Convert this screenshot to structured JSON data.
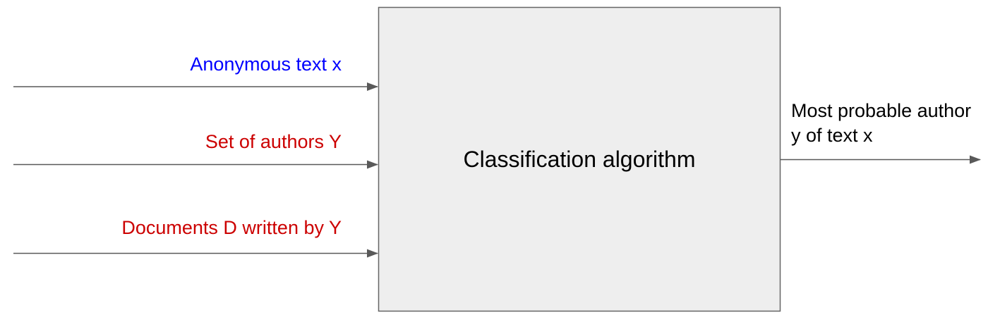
{
  "inputs": [
    {
      "label": "Anonymous text x",
      "color": "#0000ff"
    },
    {
      "label": "Set of authors Y",
      "color": "#cc0000"
    },
    {
      "label": "Documents D written by Y",
      "color": "#cc0000"
    }
  ],
  "process": {
    "label": "Classification algorithm",
    "fill": "#eeeeee",
    "stroke": "#666666"
  },
  "output": {
    "line1": "Most probable author",
    "line2": "y of text x",
    "color": "#000000"
  },
  "arrow_color": "#595959"
}
